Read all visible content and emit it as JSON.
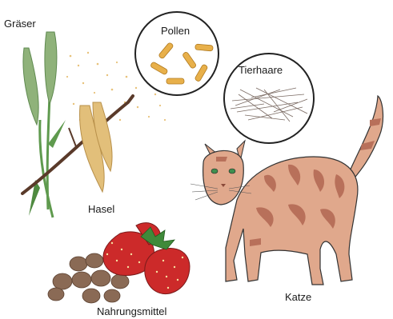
{
  "labels": {
    "grasses": "Gräser",
    "pollen": "Pollen",
    "animal_hair": "Tierhaare",
    "hazel": "Hasel",
    "cat": "Katze",
    "food": "Nahrungsmittel"
  },
  "colors": {
    "grass_green": "#5f9a4e",
    "grass_spike": "#8fb27a",
    "catkin": "#e2bf7a",
    "branch": "#5a3a2a",
    "pollen_grain": "#e8b04a",
    "cat_fur": "#e0a88c",
    "cat_stripe": "#b8705a",
    "cat_eye": "#3f8f4f",
    "strawberry": "#cc2a2a",
    "strawberry_leaf": "#3f8a3a",
    "nut": "#8a6a55",
    "outline": "#222222"
  },
  "icons": [
    "grass-icon",
    "hazel-branch-icon",
    "pollen-circle-icon",
    "animal-hair-circle-icon",
    "cat-icon",
    "strawberry-icon",
    "nuts-icon"
  ]
}
